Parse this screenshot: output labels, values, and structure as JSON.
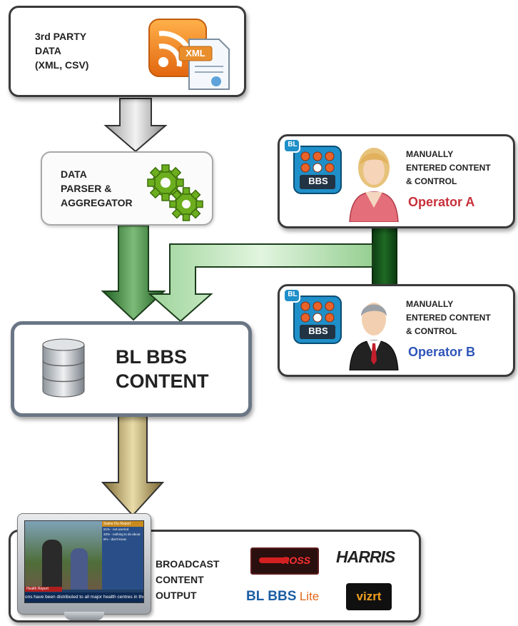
{
  "third_party": {
    "label": "3rd PARTY\nDATA\n(XML, CSV)",
    "xml_badge": "XML"
  },
  "parser": {
    "label": "DATA\nPARSER &\nAGGREGATOR"
  },
  "operator_a": {
    "app_badge": "BL",
    "app_name": "BBS",
    "label": "MANUALLY\nENTERED CONTENT\n& CONTROL",
    "name": "Operator A",
    "name_color": "#c8303a"
  },
  "operator_b": {
    "app_badge": "BL",
    "app_name": "BBS",
    "label": "MANUALLY\nENTERED CONTENT\n& CONTROL",
    "name": "Operator B",
    "name_color": "#2f55b8"
  },
  "content": {
    "label": "BL BBS\nCONTENT"
  },
  "broadcast": {
    "label": "BROADCAST\nCONTENT\nOUTPUT",
    "tv": {
      "ticker": "ons have been distributed to all major health centres in the",
      "lower_third": "Health Report",
      "panel_title": "Swine Flu Report",
      "panel_lines": [
        "61% - not worried",
        "33% - nothing to do about",
        "6% - don't know"
      ]
    },
    "logos": {
      "ross": "ROSS",
      "harris": "HARRIS",
      "bbs_lite_main": "BL BBS",
      "bbs_lite_suffix": "Lite",
      "vizrt": "vizrt"
    }
  }
}
